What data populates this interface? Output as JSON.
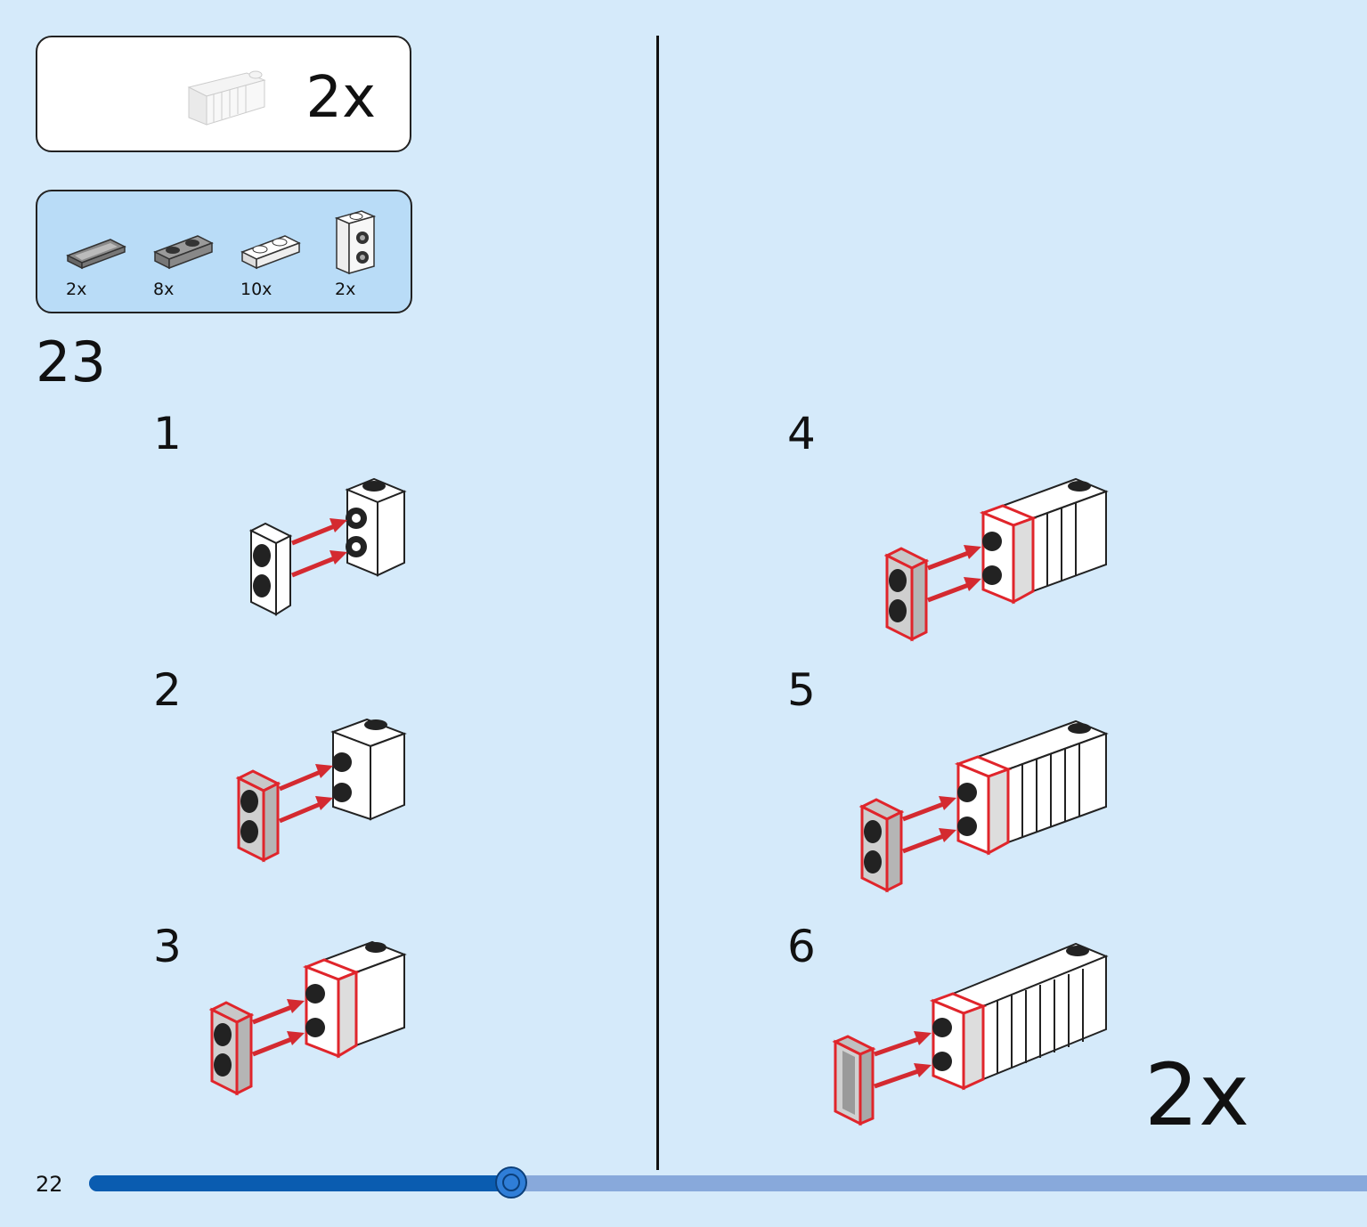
{
  "submodel": {
    "count": "2x"
  },
  "parts": [
    {
      "qty": "2x",
      "icon": "transparent-tile-1x2-icon"
    },
    {
      "qty": "8x",
      "icon": "transparent-plate-1x2-icon"
    },
    {
      "qty": "10x",
      "icon": "white-plate-1x2-icon"
    },
    {
      "qty": "2x",
      "icon": "white-brick-side-studs-icon"
    }
  ],
  "main_step": "23",
  "steps": [
    "1",
    "2",
    "3",
    "4",
    "5",
    "6"
  ],
  "result_count": "2x",
  "footer": {
    "page_number": "22",
    "progress": 0.33
  },
  "colors": {
    "background": "#d5eafa",
    "parts_panel": "#b9dcf7",
    "highlight": "#e0252b",
    "progress_fill": "#0a5cb0",
    "progress_track": "#88a9db"
  }
}
